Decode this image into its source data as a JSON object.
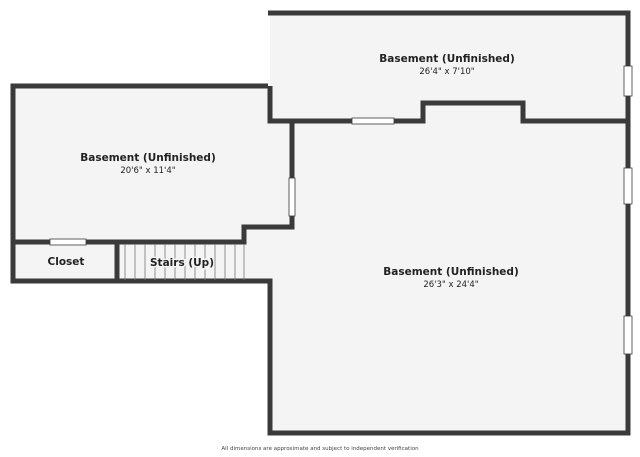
{
  "rooms": {
    "basement_top_right": {
      "name": "Basement (Unfinished)",
      "dims": "26'4\" x 7'10\""
    },
    "basement_left": {
      "name": "Basement (Unfinished)",
      "dims": "20'6\" x 11'4\""
    },
    "basement_main": {
      "name": "Basement (Unfinished)",
      "dims": "26'3\" x 24'4\""
    },
    "closet": {
      "name": "Closet"
    },
    "stairs": {
      "name": "Stairs (Up)"
    }
  },
  "footer": {
    "disclaimer": "All dimensions are approximate and subject to independent verification"
  },
  "colors": {
    "wall": "#3a3a3a",
    "floor": "#f4f4f4",
    "window": "#ffffff"
  }
}
